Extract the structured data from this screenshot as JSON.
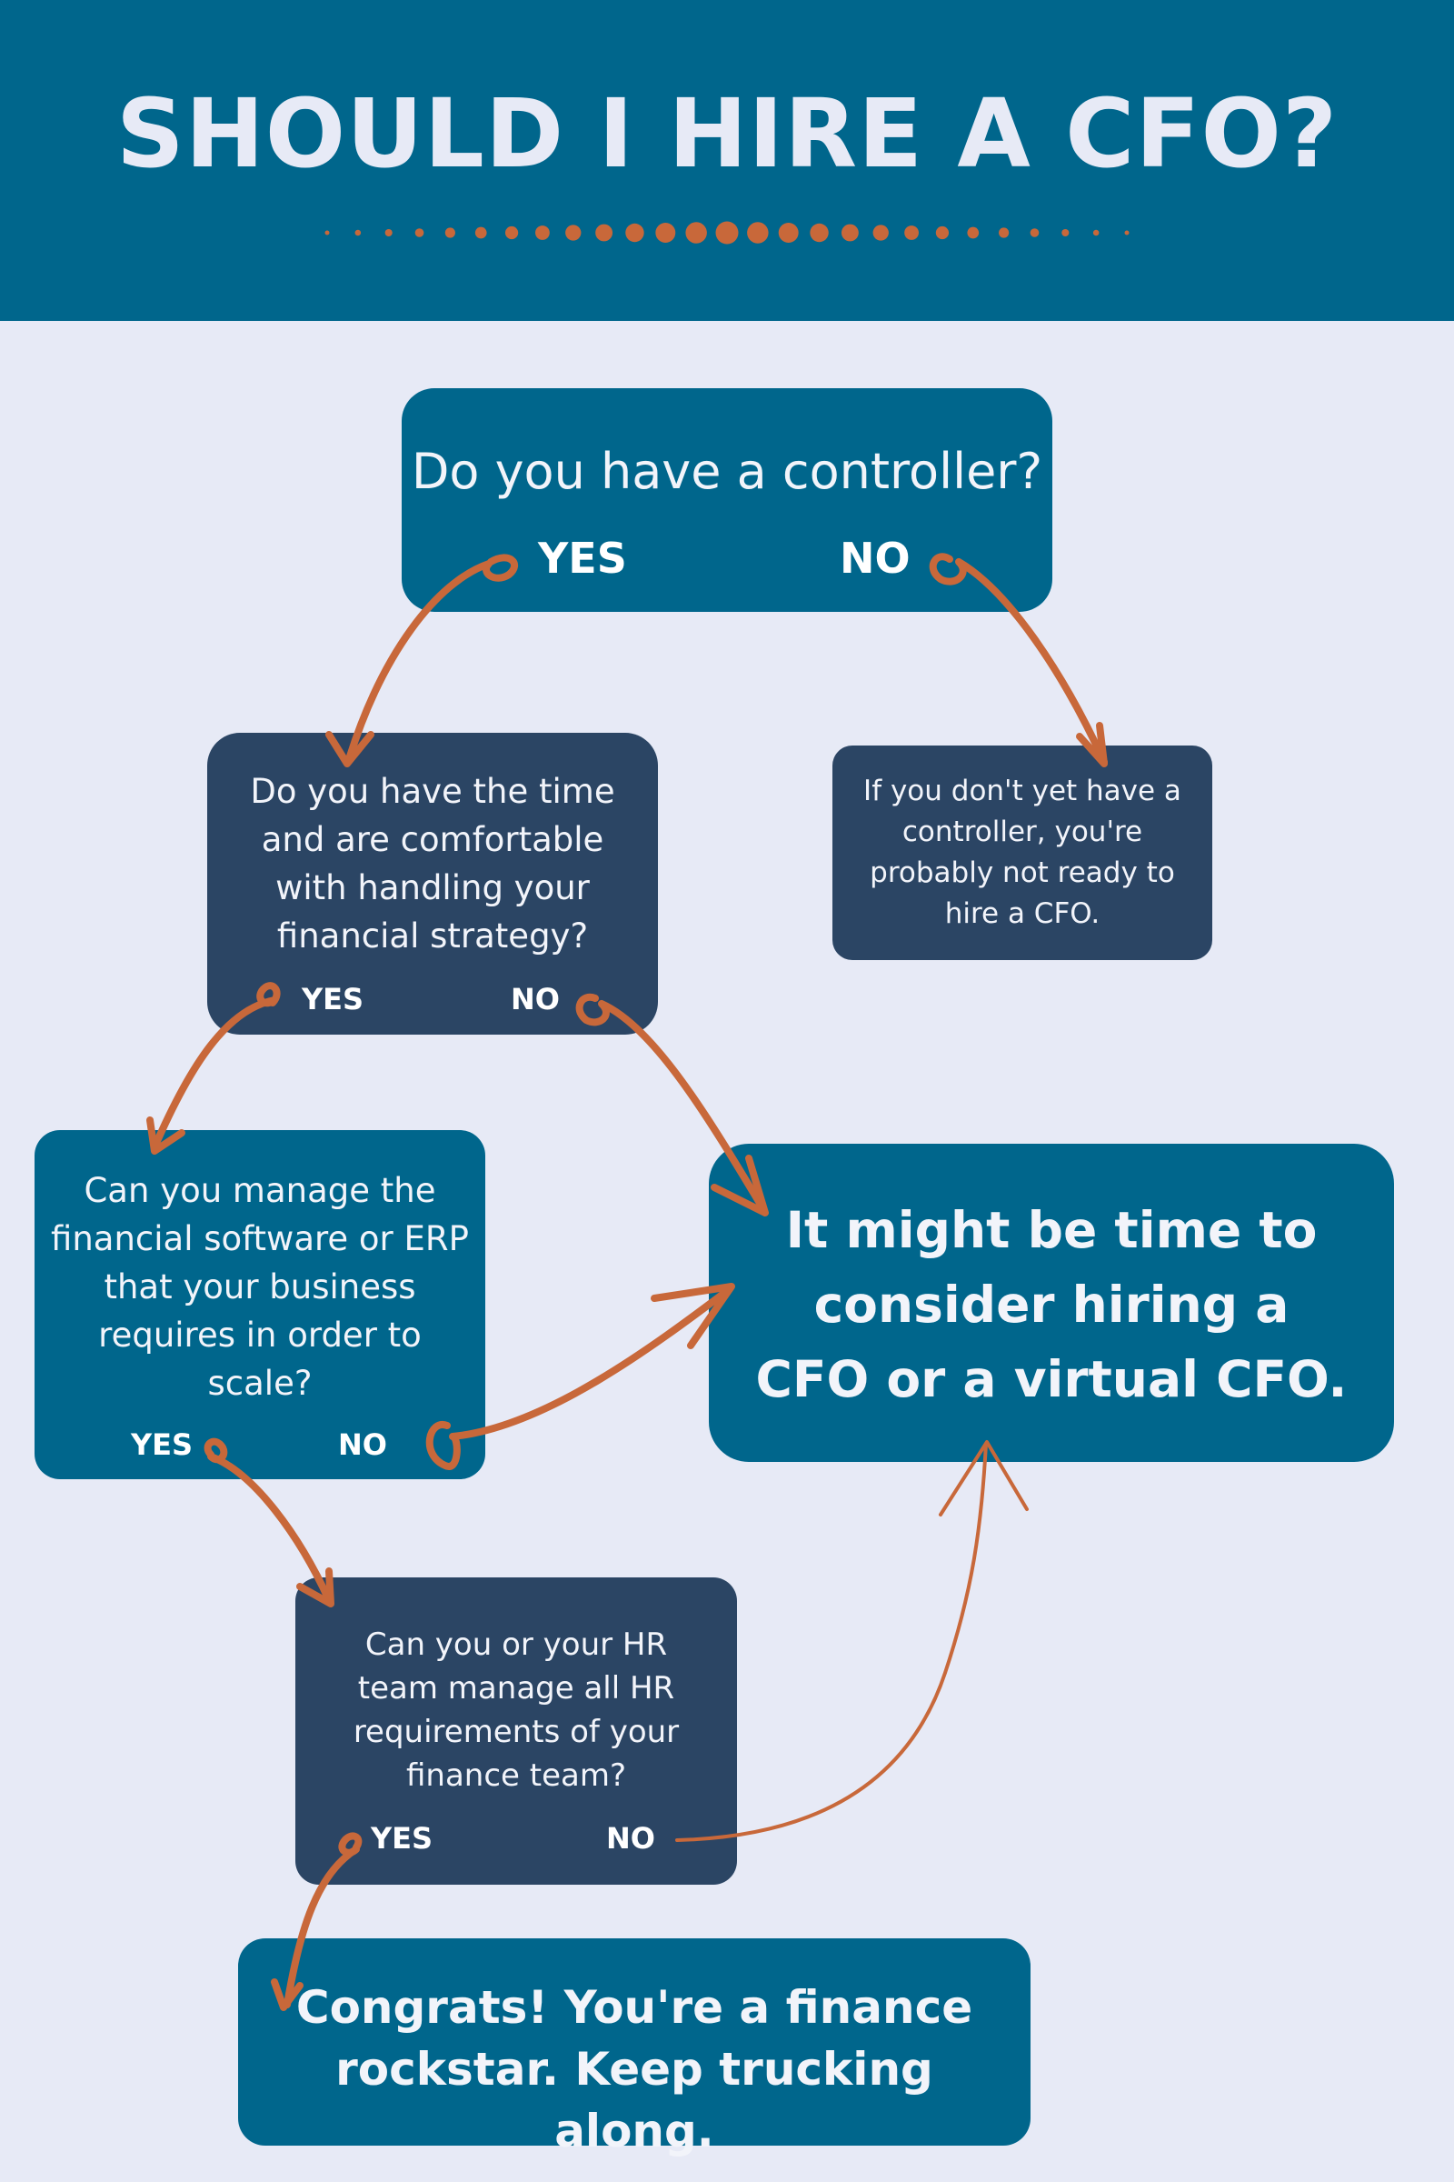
{
  "title": "SHOULD I HIRE A CFO?",
  "colors": {
    "header": "#00668c",
    "background": "#e7eaf6",
    "teal_box": "#00668c",
    "navy_box": "#2b4564",
    "arrow": "#c8683a"
  },
  "nodes": {
    "controller": {
      "question": "Do you have a controller?",
      "yes": "YES",
      "no": "NO"
    },
    "strategy": {
      "question": "Do you have the time and are comfortable with handling your financial strategy?",
      "yes": "YES",
      "no": "NO"
    },
    "no_controller": {
      "text": "If you don't yet have a controller, you're probably not ready to hire a CFO."
    },
    "software": {
      "question": "Can you manage the financial software or ERP that your business requires in order to scale?",
      "yes": "YES",
      "no": "NO"
    },
    "result_cfo": {
      "text": "It might be time to consider hiring a CFO or a virtual CFO."
    },
    "hr": {
      "question": "Can you or your HR team manage all HR requirements of your finance team?",
      "yes": "YES",
      "no": "NO"
    },
    "congrats": {
      "text": "Congrats! You're a finance rockstar. Keep trucking along."
    }
  }
}
